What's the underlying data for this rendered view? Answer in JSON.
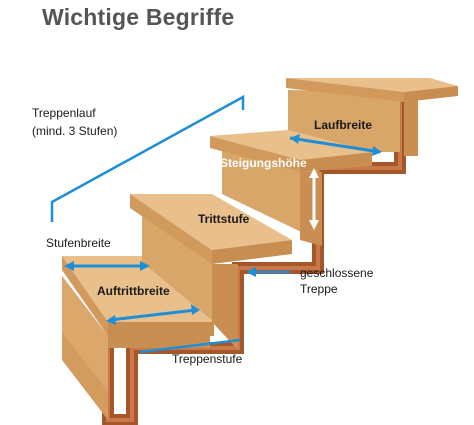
{
  "title": "Wichtige Begriffe",
  "labels": {
    "treppenlauf_1": "Treppenlauf",
    "treppenlauf_2": "(mind. 3 Stufen)",
    "stufenbreite": "Stufenbreite",
    "laufbreite": "Laufbreite",
    "steigungshoehe": "Steigungshöhe",
    "trittstufe": "Trittstufe",
    "auftrittbreite": "Auftrittbreite",
    "geschlossene_1": "geschlossene",
    "geschlossene_2": "Treppe",
    "treppenstufe": "Treppenstufe"
  },
  "colors": {
    "arrow": "#1e8fd6",
    "tread_top": "#e9bf8b",
    "riser_front": "#d9a66a",
    "edge": "#b27644",
    "stringer_outline": "#a5572a",
    "title": "#555555"
  }
}
